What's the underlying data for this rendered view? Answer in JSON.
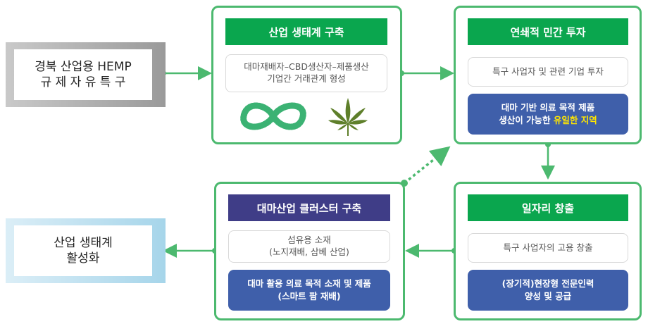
{
  "left_top": {
    "line1": "경북 산업용 HEMP",
    "line2": "규 제 자 유 특 구"
  },
  "left_bottom": {
    "line1": "산업 생태계",
    "line2": "활성화"
  },
  "card_industry": {
    "title": "산업 생태계 구축",
    "pill_line1": "대마재배자–CBD생산자–제품생산",
    "pill_line2": "기업간 거래관계 형성",
    "icons": [
      "infinity-icon",
      "hemp-leaf-icon"
    ]
  },
  "card_investment": {
    "title": "연쇄적 민간 투자",
    "pill": "특구 사업자 및 관련 기업 투자",
    "box_line1": "대마 기반 의료 목적 제품",
    "box_line2_prefix": "생산이 가능한 ",
    "box_line2_highlight": "유일한 지역"
  },
  "card_jobs": {
    "title": "일자리 창출",
    "pill": "특구 사업자의 고용 창출",
    "box_line1": "(장기적)현장형 전문인력",
    "box_line2": "양성 및 공급"
  },
  "card_cluster": {
    "title": "대마산업 클러스터 구축",
    "pill_line1": "섬유용 소재",
    "pill_line2": "(노지재배, 삼베 산업)",
    "box_line1": "대마 활용 의료 목적 소재 및 제품",
    "box_line2": "(스마트 팜 재배)"
  },
  "colors": {
    "card_border": "#4cb96f",
    "green_header": "#0aa64e",
    "purple_header": "#3f3d87",
    "blue_box": "#3f5faa",
    "highlight": "#ffe500",
    "connector": "#4cb96f"
  }
}
